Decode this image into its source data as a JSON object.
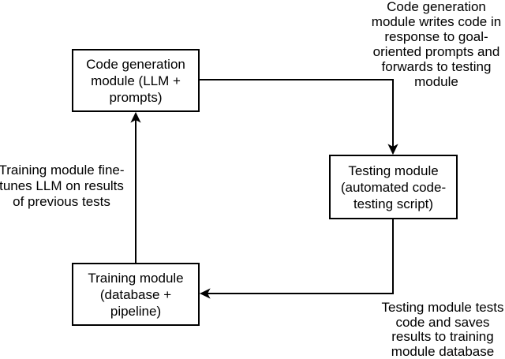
{
  "diagram": {
    "background_color": "#ffffff",
    "line_color": "#000000",
    "text_color": "#000000",
    "nodes": [
      {
        "id": "code-generation",
        "label": "Code generation\nmodule (LLM +\nprompts)"
      },
      {
        "id": "testing",
        "label": "Testing module\n(automated code-\ntesting script)"
      },
      {
        "id": "training",
        "label": "Training module\n(database + pipeline)"
      }
    ],
    "edges": [
      {
        "from": "code-generation",
        "to": "testing"
      },
      {
        "from": "testing",
        "to": "training"
      },
      {
        "from": "training",
        "to": "code-generation"
      }
    ],
    "annotations": [
      {
        "id": "codegen-to-testing",
        "text": "Code generation\nmodule writes code in\nresponse to goal-\noriented prompts and\nforwards to testing\nmodule"
      },
      {
        "id": "training-to-codegen",
        "text": "Training module fine-\ntunes LLM on results\nof previous tests"
      },
      {
        "id": "testing-to-training",
        "text": "Testing module tests\ncode and saves\nresults to training\nmodule database"
      }
    ]
  }
}
